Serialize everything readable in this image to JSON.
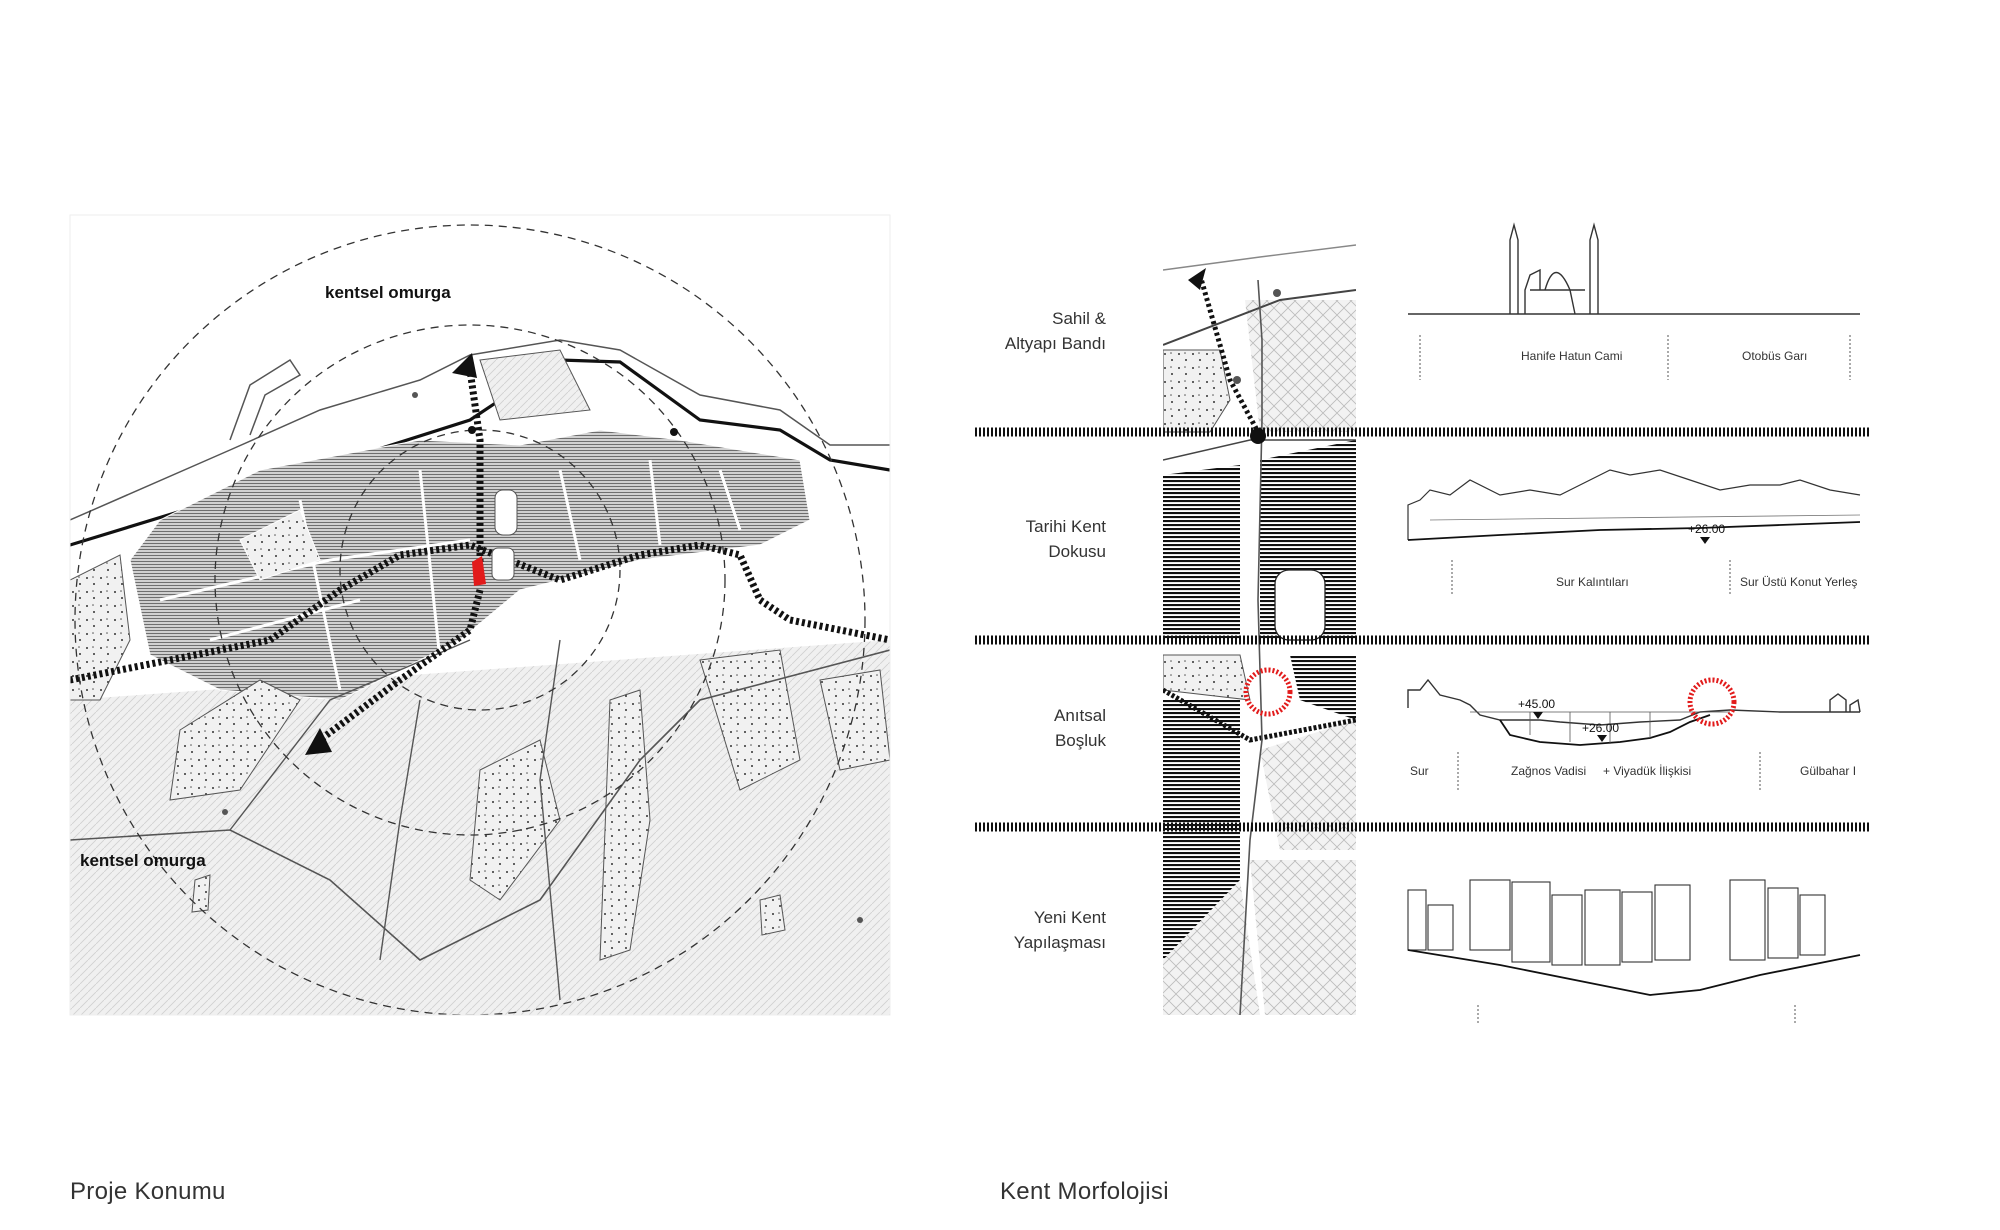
{
  "left_panel": {
    "caption": "Proje Konumu",
    "labels": {
      "top": "kentsel omurga",
      "bottom": "kentsel omurga"
    }
  },
  "right_panel": {
    "caption": "Kent Morfolojisi",
    "rows": [
      {
        "line1": "Sahil &",
        "line2": "Altyapı Bandı"
      },
      {
        "line1": "Tarihi Kent",
        "line2": "Dokusu"
      },
      {
        "line1": "Anıtsal",
        "line2": "Boşluk"
      },
      {
        "line1": "Yeni Kent",
        "line2": "Yapılaşması"
      }
    ],
    "sections": {
      "s1": {
        "a": "Hanife Hatun Cami",
        "b": "Otobüs Garı"
      },
      "s2": {
        "a": "Sur Kalıntıları",
        "b": "Sur Üstü  Konut Yerleş",
        "level": "+26.00"
      },
      "s3": {
        "a": "Sur",
        "b": "Zağnos Vadisi",
        "c": "+ Viyadük İlişkisi",
        "d": "Gülbahar I",
        "level1": "+45.00",
        "level2": "+26.00"
      }
    }
  },
  "colors": {
    "accent": "#e21b1b",
    "ink": "#111111",
    "fabric": "#c8c8c8",
    "line": "#444444"
  }
}
